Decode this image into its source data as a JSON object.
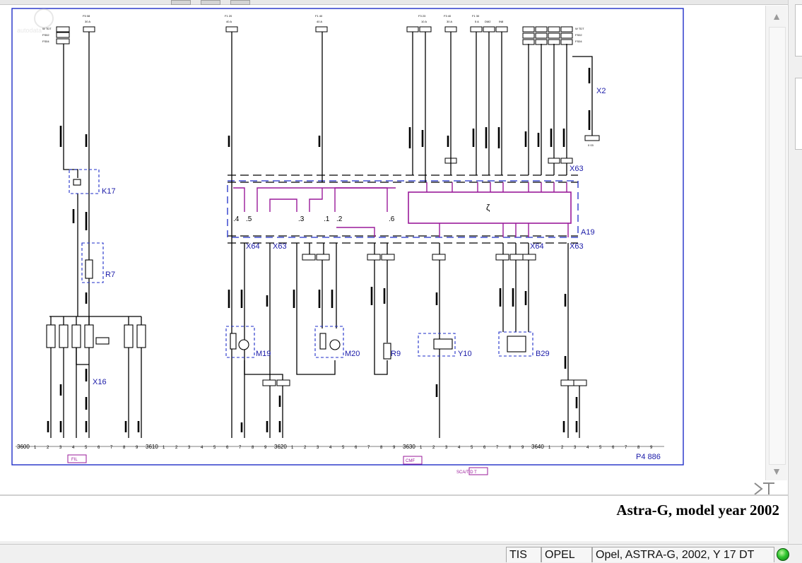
{
  "diagram": {
    "id_code": "P4 886",
    "components": [
      "K17",
      "R7",
      "X16",
      "M19",
      "M20",
      "R9",
      "Y10",
      "B29",
      "X2",
      "A19",
      "X63",
      "X64"
    ],
    "pin_labels": [
      ".4",
      ".5",
      ".3",
      ".1",
      ".2",
      ".6"
    ],
    "ground_ranges": [
      "3600",
      "3610",
      "3620",
      "3630",
      "3640"
    ],
    "group_labels": [
      "FIL",
      "CMF",
      "SCA/T D T"
    ]
  },
  "caption": "Astra-G, model year 2002",
  "status_bar": {
    "cells": [
      "TIS",
      "OPEL",
      "Opel, ASTRA-G, 2002, Y 17 DT"
    ],
    "indicator_color": "#2ec52e"
  },
  "colors": {
    "wire": "#000000",
    "frame": "#1e2ec8",
    "module": "#9a1a9a"
  }
}
